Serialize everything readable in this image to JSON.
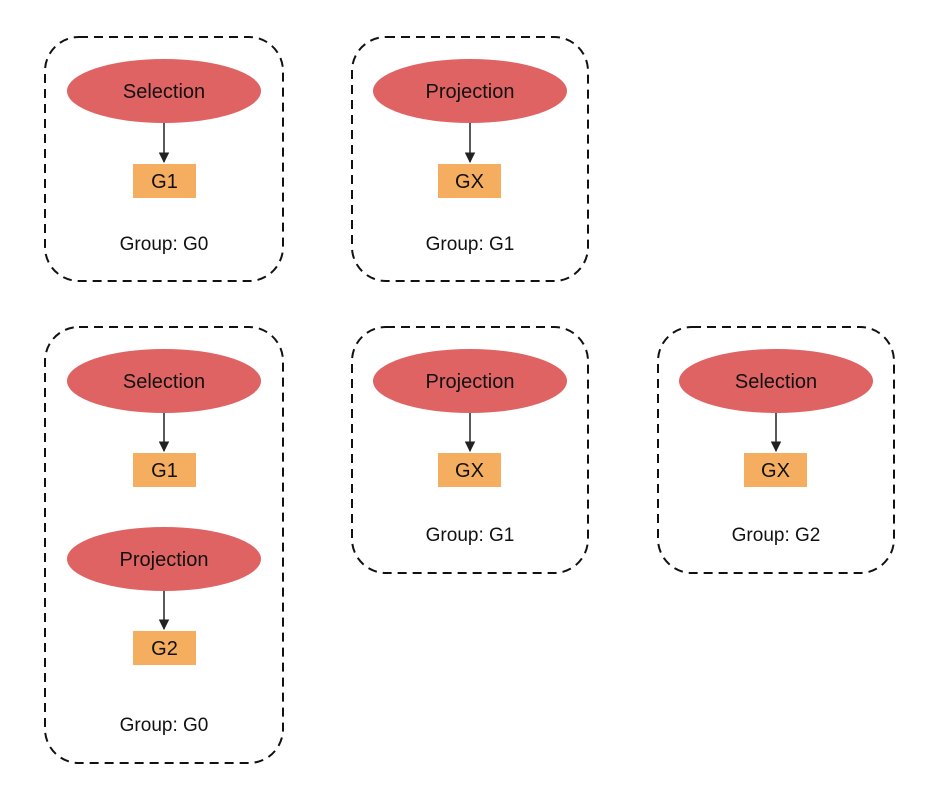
{
  "colors": {
    "operator_fill": "#e06363",
    "group_ref_fill": "#f5ad60",
    "border": "#111111",
    "arrow": "#222222",
    "text": "#111111"
  },
  "groups": [
    {
      "label": "Group: G0",
      "nodes": [
        {
          "operator": "Selection",
          "child": "G1"
        }
      ]
    },
    {
      "label": "Group: G1",
      "nodes": [
        {
          "operator": "Projection",
          "child": "GX"
        }
      ]
    },
    {
      "label": "Group: G0",
      "nodes": [
        {
          "operator": "Selection",
          "child": "G1"
        },
        {
          "operator": "Projection",
          "child": "G2"
        }
      ]
    },
    {
      "label": "Group: G1",
      "nodes": [
        {
          "operator": "Projection",
          "child": "GX"
        }
      ]
    },
    {
      "label": "Group: G2",
      "nodes": [
        {
          "operator": "Selection",
          "child": "GX"
        }
      ]
    }
  ]
}
